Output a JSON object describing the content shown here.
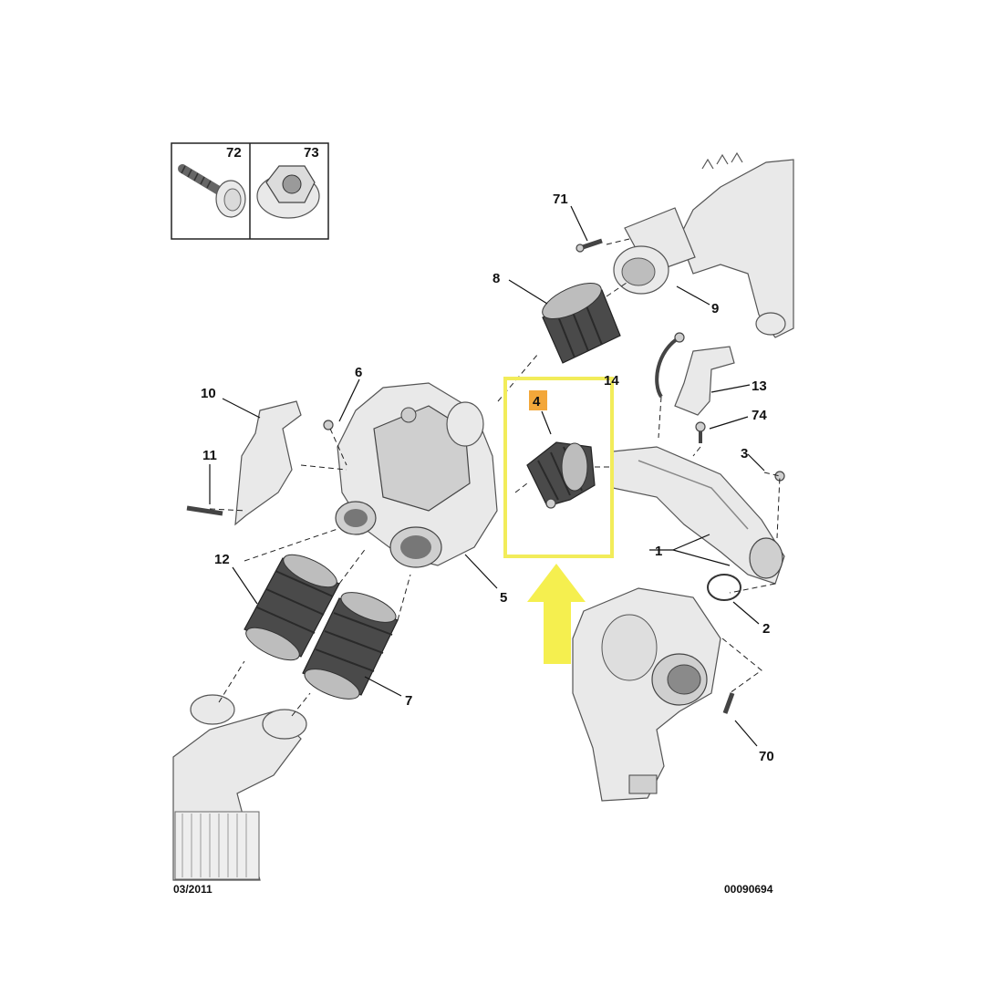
{
  "parts": {
    "p72": "72",
    "p73": "73",
    "p71": "71",
    "p8": "8",
    "p9": "9",
    "p6": "6",
    "p10": "10",
    "p11": "11",
    "p4": "4",
    "p14": "14",
    "p13": "13",
    "p74": "74",
    "p3": "3",
    "p1": "1",
    "p2": "2",
    "p5": "5",
    "p12": "12",
    "p7": "7",
    "p70": "70"
  },
  "footer": {
    "date": "03/2011",
    "code": "00090694"
  },
  "highlight": {
    "box_color": "#f2ec5a",
    "arrow_color": "#f5ef4f",
    "tag_color": "#f3a73a"
  }
}
